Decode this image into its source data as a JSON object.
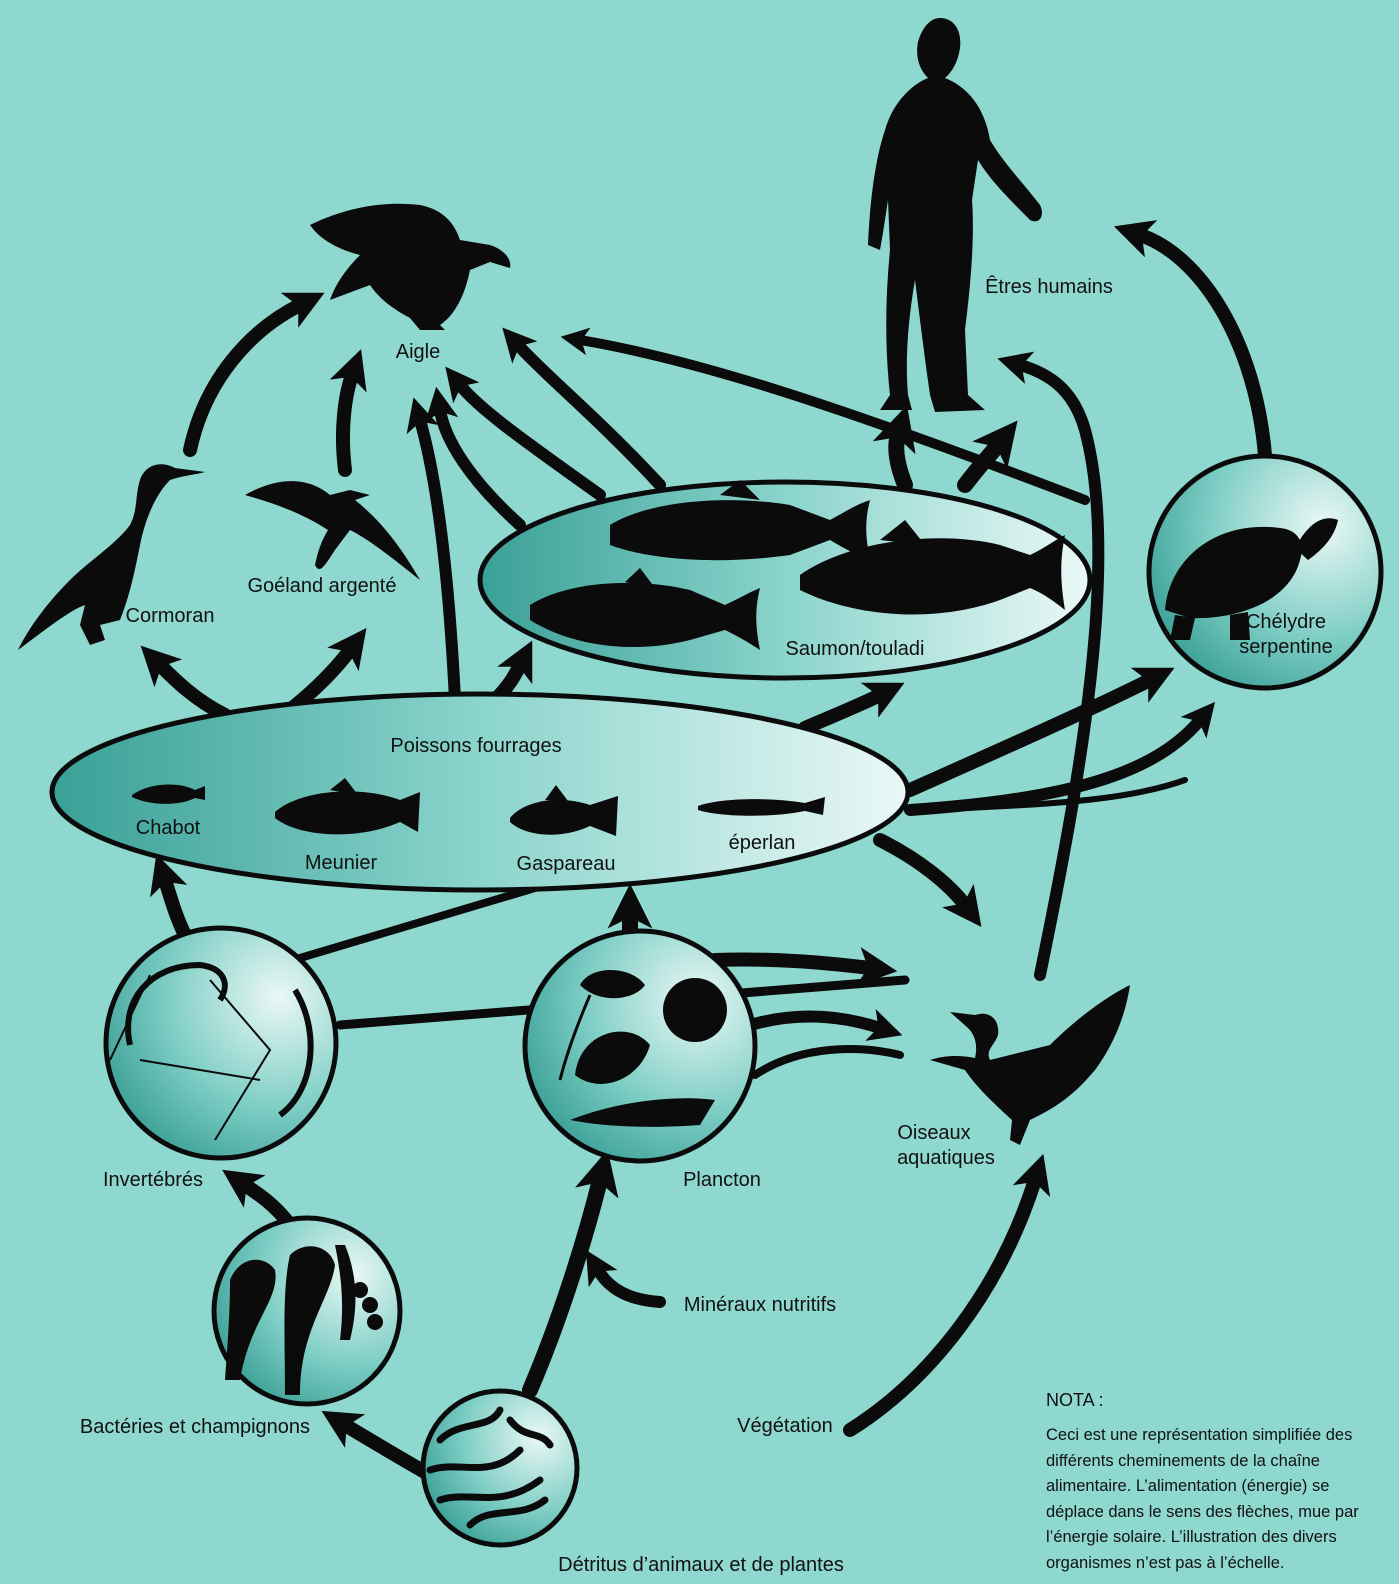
{
  "labels": {
    "aigle": "Aigle",
    "humains": "Êtres humains",
    "cormoran": "Cormoran",
    "goeland": "Goéland argenté",
    "saumon": "Saumon/touladi",
    "chelydre_1": "Chélydre",
    "chelydre_2": "serpentine",
    "poissons": "Poissons fourrages",
    "chabot": "Chabot",
    "meunier": "Meunier",
    "gaspareau": "Gaspareau",
    "eperlan": "éperlan",
    "invertebres": "Invertébrés",
    "plancton": "Plancton",
    "oiseaux_1": "Oiseaux",
    "oiseaux_2": "aquatiques",
    "mineraux": "Minéraux nutritifs",
    "bacteries": "Bactéries et champignons",
    "vegetation": "Végétation",
    "detritus": "Détritus d’animaux et de plantes"
  },
  "nota": {
    "title": "NOTA :",
    "lines": [
      "Ceci est une représentation simplifiée des",
      "différents cheminements de la chaîne",
      "alimentaire. L’alimentation (énergie) se",
      "déplace dans le sens des flèches, mue par",
      "l’énergie solaire. L’illustration des divers",
      "organismes n’est pas à l’échelle."
    ]
  },
  "colors": {
    "background": "#8fd8d0",
    "silhouette": "#0b0b0b",
    "bubble_light": "#e8f7f5",
    "bubble_dark": "#3ea39a"
  },
  "icons": [
    "eagle-icon",
    "human-icon",
    "cormorant-icon",
    "gull-icon",
    "salmon-icon",
    "turtle-icon",
    "sculpin-icon",
    "sucker-icon",
    "alewife-icon",
    "smelt-icon",
    "amphipod-icon",
    "plankton-icon",
    "duck-icon",
    "microbe-icon",
    "detritus-icon"
  ]
}
